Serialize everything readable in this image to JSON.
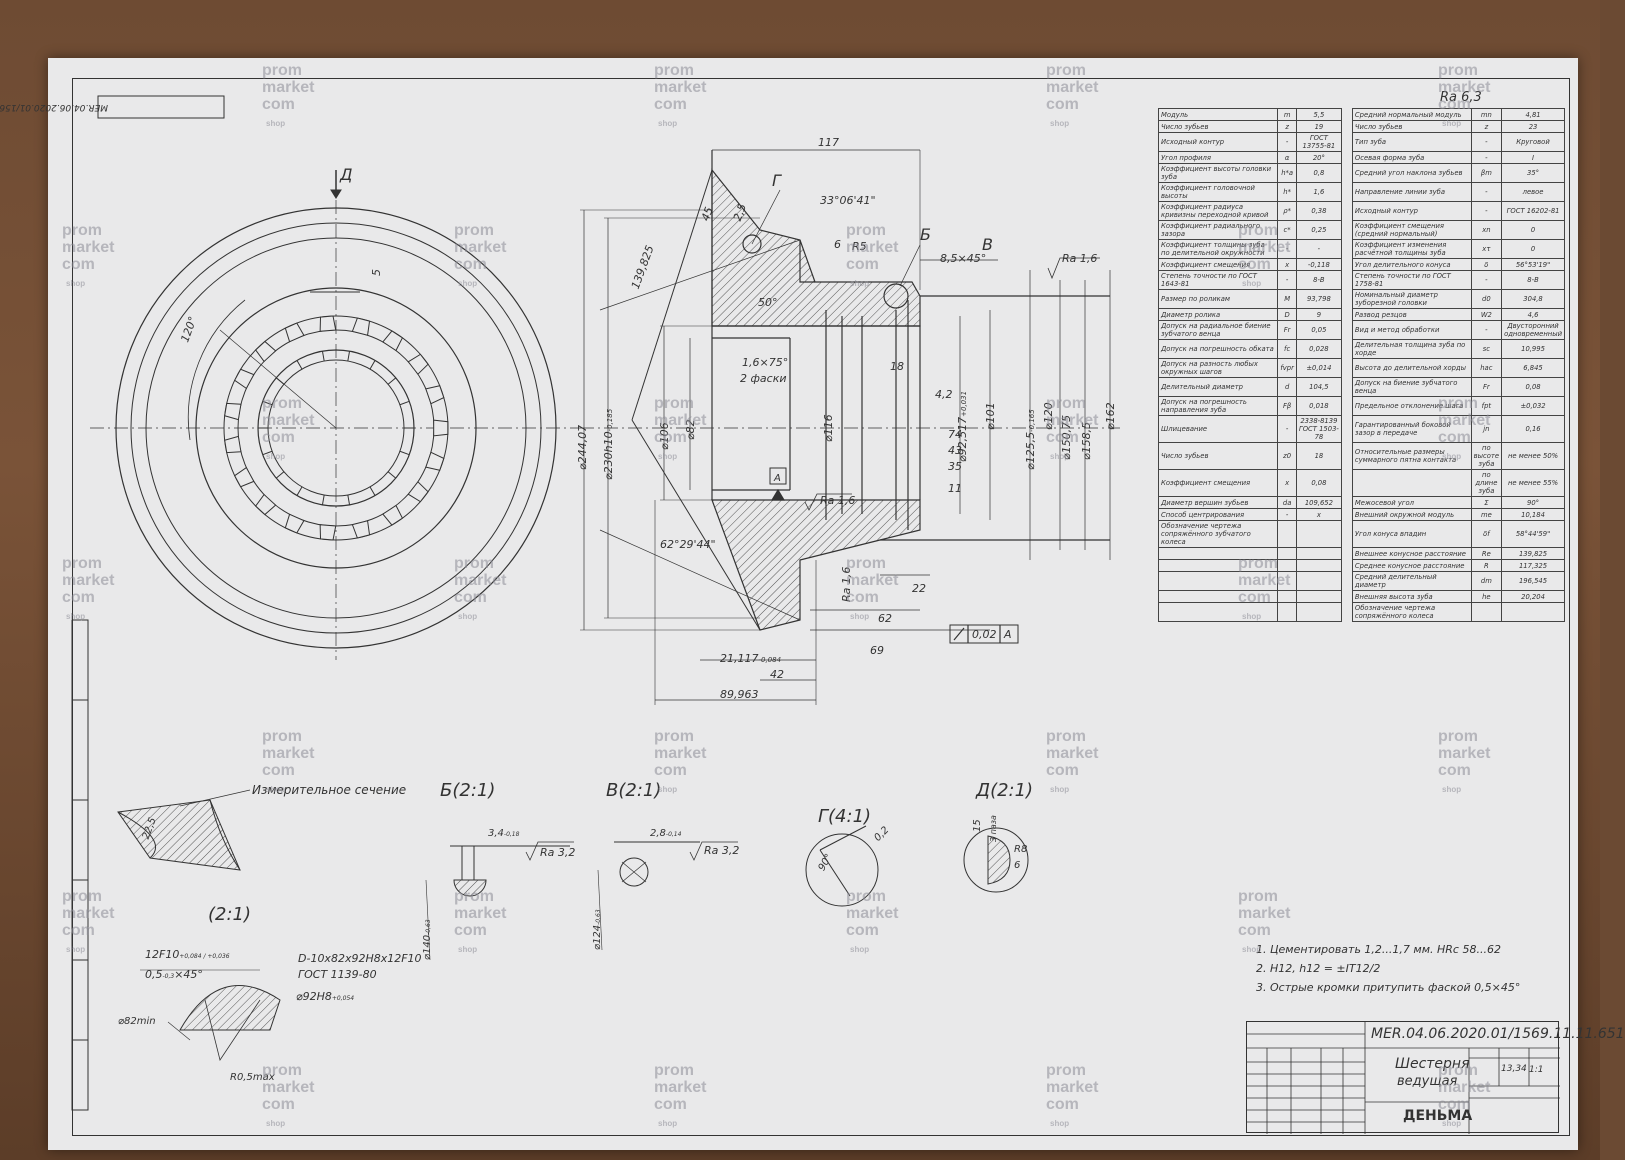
{
  "drawing": {
    "code_rotated": "МЕR.04.06.2020.01/1569.11.11.651",
    "view_d_label": "Д",
    "marker_a": "А",
    "marker_g": "Г",
    "marker_b": "Б",
    "marker_v": "В",
    "dims": {
      "d117": "117",
      "d45": "45",
      "d25": "2,5",
      "ang33": "33°06'41\"",
      "d6": "6",
      "r5": "R5",
      "d85": "8,5×45°",
      "ra16a": "Ra 1,6",
      "d139825": "139,825",
      "ang50": "50°",
      "d16x75": "1,6×75°",
      "two_chamfers": "2 фаски",
      "d18": "18",
      "d42small": "4,2",
      "d74": "74",
      "d43": "43",
      "d35": "35",
      "d11": "11",
      "ra16b": "Ra 1,6",
      "ang6229": "62°29'44\"",
      "ra16c": "Ra 1,6",
      "d22": "22",
      "d62": "62",
      "d69": "69",
      "d21117": "21,117",
      "d21117tol": "-0,084",
      "d42": "42",
      "d89963": "89,963",
      "tol002": "0,02",
      "tolbase": "А",
      "dia24407": "⌀244,07",
      "dia230": "⌀230h10",
      "dia230tol": "-0,185",
      "dia106": "⌀106",
      "dia82": "⌀82",
      "dia116": "⌀116",
      "dia9251": "⌀92,517",
      "dia9251tol": "+0,031",
      "dia101": "⌀101",
      "dia1255": "⌀125,5",
      "dia1255tol": "-0,165",
      "dia120": "⌀120",
      "dia150": "⌀150,75",
      "dia158": "⌀158,5",
      "dia162": "⌀162",
      "d5": "5",
      "ang120": "120°"
    },
    "details": {
      "meas_section": "Измерительное сечение",
      "d225": "22,5",
      "scale21": "(2:1)",
      "b_title": "Б(2:1)",
      "b_dim": "3,4",
      "b_dim_tol": "-0,18",
      "b_ra": "Ra 3,2",
      "b_dia": "⌀140",
      "b_dia_tol": "-0,63",
      "v_title": "В(2:1)",
      "v_dim": "2,8",
      "v_dim_tol": "-0,14",
      "v_ra": "Ra 3,2",
      "v_dia": "⌀124",
      "v_dia_tol": "-0,63",
      "g_title": "Г(4:1)",
      "g_ang": "90°",
      "g_dim": "0,2",
      "d_title": "Д(2:1)",
      "d_r8": "R8",
      "d_6": "6",
      "d_15": "15",
      "d_3": "3 паза",
      "spline_a": "12F10",
      "spline_a_tol": "+0,084 / +0,036",
      "spline_b": "0,5",
      "spline_b_tol": "-0,3",
      "spline_b_ang": "×45°",
      "spline_spec1": "D-10x82x92H8x12F10",
      "spline_spec2": "ГОСТ 1139-80",
      "spline_h8": "⌀92H8",
      "spline_h8_tol": "+0,054",
      "spline_82": "⌀82min",
      "spline_r": "R0,5max"
    }
  },
  "table": {
    "left": [
      [
        "Модуль",
        "m",
        "5,5"
      ],
      [
        "Число зубьев",
        "z",
        "19"
      ],
      [
        "Исходный контур",
        "-",
        "ГОСТ 13755-81"
      ],
      [
        "Угол профиля",
        "α",
        "20°"
      ],
      [
        "Коэффициент высоты головки зуба",
        "h*a",
        "0,8"
      ],
      [
        "Коэффициент головочной высоты",
        "h*",
        "1,6"
      ],
      [
        "Коэффициент радиуса кривизны переходной кривой",
        "ρ*",
        "0,38"
      ],
      [
        "Коэффициент радиального зазора",
        "c*",
        "0,25"
      ],
      [
        "Коэффициент толщины зуба по делительной окружности",
        "-",
        "-"
      ],
      [
        "Коэффициент смещения",
        "x",
        "-0,118"
      ],
      [
        "Степень точности по ГОСТ 1643-81",
        "-",
        "8-В"
      ],
      [
        "Размер по роликам",
        "M",
        "93,798"
      ],
      [
        "Диаметр ролика",
        "D",
        "9"
      ],
      [
        "Допуск на радиальное биение зубчатого венца",
        "Fr",
        "0,05"
      ],
      [
        "Допуск на погрешность обката",
        "fc",
        "0,028"
      ],
      [
        "Допуск на разность любых окружных шагов",
        "fvpr",
        "±0,014"
      ],
      [
        "Делительный диаметр",
        "d",
        "104,5"
      ],
      [
        "Допуск на погрешность направления зуба",
        "Fβ",
        "0,018"
      ],
      [
        "Шлицевание",
        "-",
        "2338-8139 ГОСТ 1503-78"
      ],
      [
        "Число зубьев",
        "z0",
        "18"
      ],
      [
        "Коэффициент смещения",
        "x",
        "0,08"
      ],
      [
        "Диаметр вершин зубьев",
        "da",
        "109,652"
      ],
      [
        "Способ центрирования",
        "-",
        "x"
      ],
      [
        "Обозначение чертежа сопряжённого зубчатого колеса",
        "",
        ""
      ]
    ],
    "right": [
      [
        "Средний нормальный модуль",
        "mn",
        "4,81"
      ],
      [
        "Число зубьев",
        "z",
        "23"
      ],
      [
        "Тип зуба",
        "-",
        "Круговой"
      ],
      [
        "Осевая форма зуба",
        "-",
        "I"
      ],
      [
        "Средний угол наклона зубьев",
        "βm",
        "35°"
      ],
      [
        "Направление линии зуба",
        "-",
        "левое"
      ],
      [
        "Исходный контур",
        "-",
        "ГОСТ 16202-81"
      ],
      [
        "Коэффициент смещения (средний нормальный)",
        "xn",
        "0"
      ],
      [
        "Коэффициент изменения расчётной толщины зуба",
        "xτ",
        "0"
      ],
      [
        "Угол делительного конуса",
        "δ",
        "56°53'19\""
      ],
      [
        "Степень точности по ГОСТ 1758-81",
        "-",
        "8-В"
      ],
      [
        "Номинальный диаметр зуборезной головки",
        "d0",
        "304,8"
      ],
      [
        "Развод резцов",
        "W2",
        "4,6"
      ],
      [
        "Вид и метод обработки",
        "-",
        "Двусторонний одновременный"
      ],
      [
        "Делительная толщина зуба по хорде",
        "sc",
        "10,995"
      ],
      [
        "Высота до делительной хорды",
        "hac",
        "6,845"
      ],
      [
        "Допуск на биение зубчатого венца",
        "Fr",
        "0,08"
      ],
      [
        "Предельное отклонение шага",
        "fpt",
        "±0,032"
      ],
      [
        "Гарантированный боковой зазор в передаче",
        "jn",
        "0,16"
      ],
      [
        "Относительные размеры суммарного пятна контакта",
        "по высоте зуба",
        "не менее 50%"
      ],
      [
        "",
        "по длине зуба",
        "не менее 55%"
      ],
      [
        "Межосевой угол",
        "Σ",
        "90°"
      ],
      [
        "Внешний окружной модуль",
        "me",
        "10,184"
      ],
      [
        "Угол конуса впадин",
        "δf",
        "58°44'59\""
      ],
      [
        "Внешнее конусное расстояние",
        "Re",
        "139,825"
      ],
      [
        "Среднее конусное расстояние",
        "R",
        "117,325"
      ],
      [
        "Средний делительный диаметр",
        "dm",
        "196,545"
      ],
      [
        "Внешняя высота зуба",
        "he",
        "20,204"
      ],
      [
        "Обозначение чертежа сопряжённого колеса",
        "",
        ""
      ]
    ],
    "roughness": "Ra 6,3"
  },
  "notes": [
    "1. Цементировать 1,2...1,7 мм. HRc 58...62",
    "2. H12, h12 = ±IT12/2",
    "3. Острые кромки притупить фаской 0,5×45°"
  ],
  "stamp": {
    "code": "МЕR.04.06.2020.01/1569.11.11.651",
    "name_line1": "Шестерня",
    "name_line2": "ведущая",
    "mass": "13,34",
    "scale": "1:1",
    "hand": "ДЕНЬМА"
  },
  "watermark": {
    "line1": "prom",
    "line2": "market",
    "line3": "com",
    "shop": "shop"
  }
}
